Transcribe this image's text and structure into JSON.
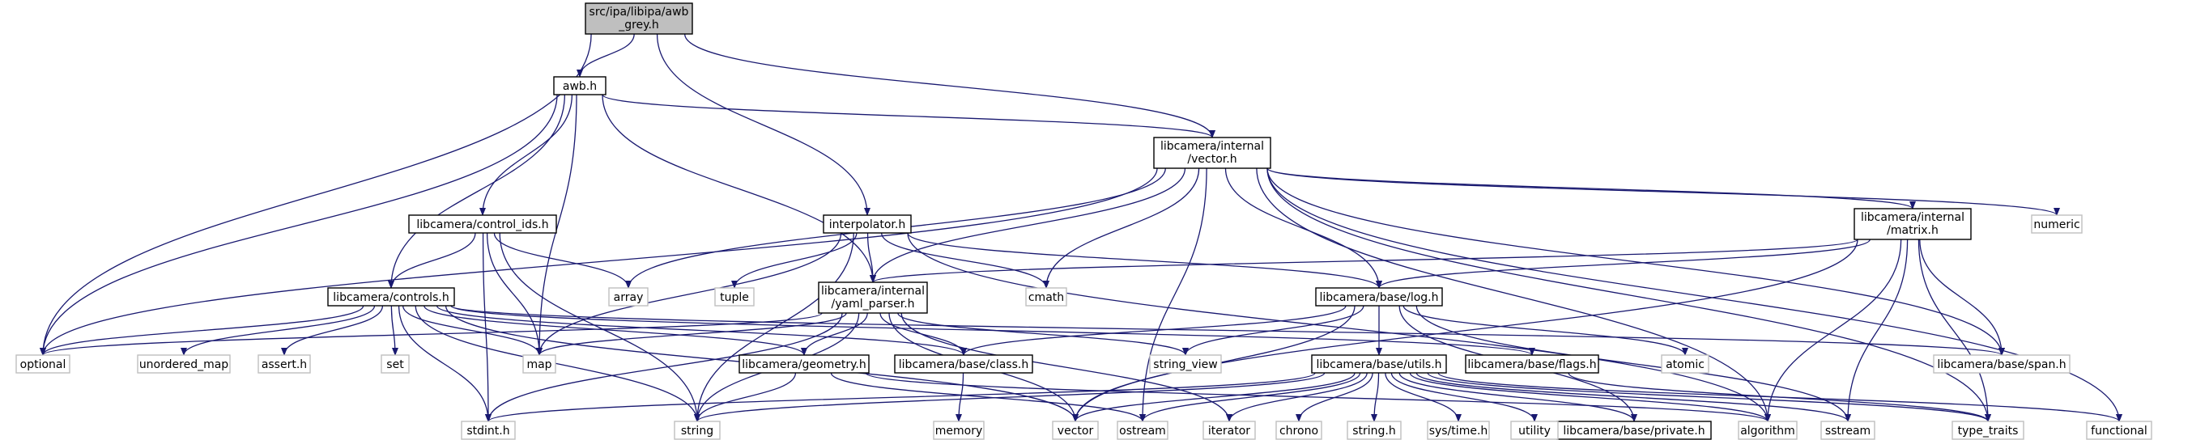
{
  "colors": {
    "edge": "#191970",
    "root_fill": "#bfbfbf",
    "project_border": "#000000",
    "system_border": "#bfbfbf",
    "system_text": "#000000",
    "background": "#ffffff"
  },
  "nodes": [
    {
      "id": "awb_grey",
      "lines": [
        "src/ipa/libipa/awb",
        "_grey.h"
      ],
      "kind": "root"
    },
    {
      "id": "awb",
      "lines": [
        "awb.h"
      ],
      "kind": "project"
    },
    {
      "id": "vector",
      "lines": [
        "libcamera/internal",
        "/vector.h"
      ],
      "kind": "project"
    },
    {
      "id": "interpolator",
      "lines": [
        "interpolator.h"
      ],
      "kind": "project"
    },
    {
      "id": "control_ids",
      "lines": [
        "libcamera/control_ids.h"
      ],
      "kind": "project"
    },
    {
      "id": "matrix",
      "lines": [
        "libcamera/internal",
        "/matrix.h"
      ],
      "kind": "project"
    },
    {
      "id": "controls",
      "lines": [
        "libcamera/controls.h"
      ],
      "kind": "project"
    },
    {
      "id": "yaml_parser",
      "lines": [
        "libcamera/internal",
        "/yaml_parser.h"
      ],
      "kind": "project"
    },
    {
      "id": "log",
      "lines": [
        "libcamera/base/log.h"
      ],
      "kind": "project"
    },
    {
      "id": "geometry",
      "lines": [
        "libcamera/geometry.h"
      ],
      "kind": "project"
    },
    {
      "id": "class",
      "lines": [
        "libcamera/base/class.h"
      ],
      "kind": "project"
    },
    {
      "id": "utils",
      "lines": [
        "libcamera/base/utils.h"
      ],
      "kind": "project"
    },
    {
      "id": "flags",
      "lines": [
        "libcamera/base/flags.h"
      ],
      "kind": "project"
    },
    {
      "id": "private",
      "lines": [
        "libcamera/base/private.h"
      ],
      "kind": "project"
    },
    {
      "id": "optional",
      "lines": [
        "optional"
      ],
      "kind": "system"
    },
    {
      "id": "array",
      "lines": [
        "array"
      ],
      "kind": "system"
    },
    {
      "id": "tuple",
      "lines": [
        "tuple"
      ],
      "kind": "system"
    },
    {
      "id": "cmath",
      "lines": [
        "cmath"
      ],
      "kind": "system"
    },
    {
      "id": "numeric",
      "lines": [
        "numeric"
      ],
      "kind": "system"
    },
    {
      "id": "unordered_map",
      "lines": [
        "unordered_map"
      ],
      "kind": "system"
    },
    {
      "id": "assert",
      "lines": [
        "assert.h"
      ],
      "kind": "system"
    },
    {
      "id": "set",
      "lines": [
        "set"
      ],
      "kind": "system"
    },
    {
      "id": "map",
      "lines": [
        "map"
      ],
      "kind": "system"
    },
    {
      "id": "string_view",
      "lines": [
        "string_view"
      ],
      "kind": "system"
    },
    {
      "id": "atomic",
      "lines": [
        "atomic"
      ],
      "kind": "system"
    },
    {
      "id": "span",
      "lines": [
        "libcamera/base/span.h"
      ],
      "kind": "system"
    },
    {
      "id": "memory",
      "lines": [
        "memory"
      ],
      "kind": "system"
    },
    {
      "id": "stdint",
      "lines": [
        "stdint.h"
      ],
      "kind": "system"
    },
    {
      "id": "string",
      "lines": [
        "string"
      ],
      "kind": "system"
    },
    {
      "id": "vector_std",
      "lines": [
        "vector"
      ],
      "kind": "system"
    },
    {
      "id": "ostream",
      "lines": [
        "ostream"
      ],
      "kind": "system"
    },
    {
      "id": "iterator",
      "lines": [
        "iterator"
      ],
      "kind": "system"
    },
    {
      "id": "chrono",
      "lines": [
        "chrono"
      ],
      "kind": "system"
    },
    {
      "id": "string_h",
      "lines": [
        "string.h"
      ],
      "kind": "system"
    },
    {
      "id": "sys_time",
      "lines": [
        "sys/time.h"
      ],
      "kind": "system"
    },
    {
      "id": "utility",
      "lines": [
        "utility"
      ],
      "kind": "system"
    },
    {
      "id": "algorithm",
      "lines": [
        "algorithm"
      ],
      "kind": "system"
    },
    {
      "id": "sstream",
      "lines": [
        "sstream"
      ],
      "kind": "system"
    },
    {
      "id": "type_traits",
      "lines": [
        "type_traits"
      ],
      "kind": "system"
    },
    {
      "id": "functional",
      "lines": [
        "functional"
      ],
      "kind": "system"
    }
  ],
  "edges": [
    [
      "awb_grey",
      "awb"
    ],
    [
      "awb_grey",
      "optional"
    ],
    [
      "awb_grey",
      "vector"
    ],
    [
      "awb_grey",
      "interpolator"
    ],
    [
      "awb",
      "vector"
    ],
    [
      "awb",
      "control_ids"
    ],
    [
      "awb",
      "controls"
    ],
    [
      "awb",
      "yaml_parser"
    ],
    [
      "awb",
      "map"
    ],
    [
      "awb",
      "optional"
    ],
    [
      "vector",
      "optional"
    ],
    [
      "vector",
      "array"
    ],
    [
      "vector",
      "yaml_parser"
    ],
    [
      "vector",
      "cmath"
    ],
    [
      "vector",
      "log"
    ],
    [
      "vector",
      "matrix"
    ],
    [
      "vector",
      "numeric"
    ],
    [
      "vector",
      "span"
    ],
    [
      "vector",
      "ostream"
    ],
    [
      "vector",
      "algorithm"
    ],
    [
      "vector",
      "type_traits"
    ],
    [
      "vector",
      "functional"
    ],
    [
      "interpolator",
      "map"
    ],
    [
      "interpolator",
      "tuple"
    ],
    [
      "interpolator",
      "yaml_parser"
    ],
    [
      "interpolator",
      "cmath"
    ],
    [
      "interpolator",
      "log"
    ],
    [
      "interpolator",
      "algorithm"
    ],
    [
      "interpolator",
      "string"
    ],
    [
      "control_ids",
      "controls"
    ],
    [
      "control_ids",
      "array"
    ],
    [
      "control_ids",
      "map"
    ],
    [
      "control_ids",
      "string"
    ],
    [
      "control_ids",
      "stdint"
    ],
    [
      "matrix",
      "yaml_parser"
    ],
    [
      "matrix",
      "log"
    ],
    [
      "matrix",
      "span"
    ],
    [
      "matrix",
      "vector_std"
    ],
    [
      "matrix",
      "algorithm"
    ],
    [
      "matrix",
      "sstream"
    ],
    [
      "matrix",
      "type_traits"
    ],
    [
      "controls",
      "optional"
    ],
    [
      "controls",
      "unordered_map"
    ],
    [
      "controls",
      "assert"
    ],
    [
      "controls",
      "set"
    ],
    [
      "controls",
      "map"
    ],
    [
      "controls",
      "stdint"
    ],
    [
      "controls",
      "string"
    ],
    [
      "controls",
      "vector_std"
    ],
    [
      "controls",
      "geometry"
    ],
    [
      "controls",
      "class"
    ],
    [
      "controls",
      "flags"
    ],
    [
      "controls",
      "span"
    ],
    [
      "yaml_parser",
      "optional"
    ],
    [
      "yaml_parser",
      "map"
    ],
    [
      "yaml_parser",
      "geometry"
    ],
    [
      "yaml_parser",
      "class"
    ],
    [
      "yaml_parser",
      "string_view"
    ],
    [
      "yaml_parser",
      "stdint"
    ],
    [
      "yaml_parser",
      "string"
    ],
    [
      "yaml_parser",
      "vector_std"
    ],
    [
      "yaml_parser",
      "iterator"
    ],
    [
      "log",
      "class"
    ],
    [
      "log",
      "utils"
    ],
    [
      "log",
      "string_view"
    ],
    [
      "log",
      "atomic"
    ],
    [
      "log",
      "private"
    ],
    [
      "log",
      "sstream"
    ],
    [
      "log",
      "vector_std"
    ],
    [
      "geometry",
      "string"
    ],
    [
      "geometry",
      "ostream"
    ],
    [
      "geometry",
      "algorithm"
    ],
    [
      "class",
      "memory"
    ],
    [
      "utils",
      "stdint"
    ],
    [
      "utils",
      "string"
    ],
    [
      "utils",
      "vector_std"
    ],
    [
      "utils",
      "ostream"
    ],
    [
      "utils",
      "iterator"
    ],
    [
      "utils",
      "chrono"
    ],
    [
      "utils",
      "string_h"
    ],
    [
      "utils",
      "sys_time"
    ],
    [
      "utils",
      "utility"
    ],
    [
      "utils",
      "private"
    ],
    [
      "utils",
      "algorithm"
    ],
    [
      "utils",
      "sstream"
    ],
    [
      "utils",
      "type_traits"
    ],
    [
      "utils",
      "functional"
    ],
    [
      "flags",
      "type_traits"
    ]
  ]
}
